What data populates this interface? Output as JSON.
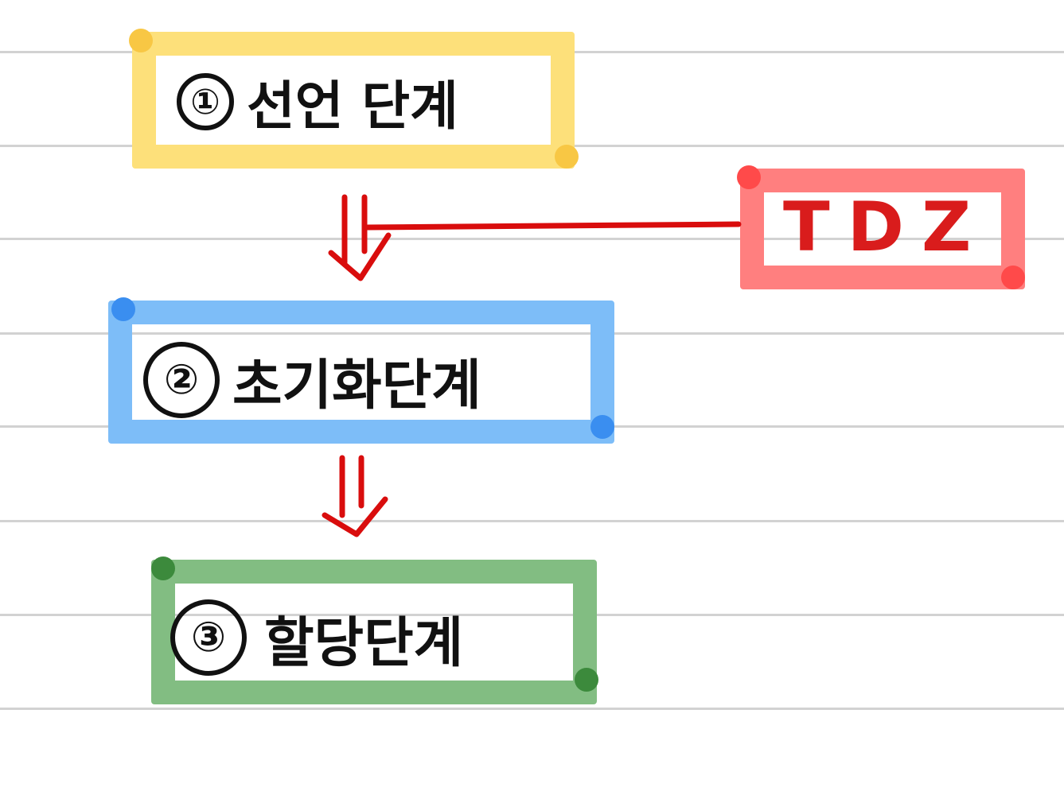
{
  "steps": [
    {
      "number": "①",
      "label": "선언 단계",
      "color": "#fde07a"
    },
    {
      "number": "②",
      "label": "초기화단계",
      "color": "#7dbdf8"
    },
    {
      "number": "③",
      "label": "할당단계",
      "color": "#82bd82"
    }
  ],
  "tdz": {
    "label": "TDZ",
    "color": "#ff7f7f",
    "text_color": "#d91c1c"
  },
  "arrow_color": "#d90d0d"
}
